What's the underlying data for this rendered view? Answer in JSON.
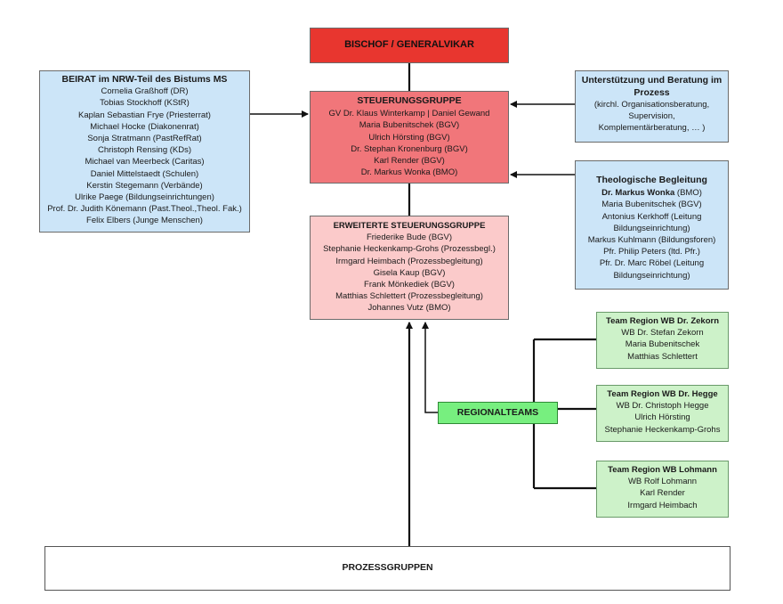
{
  "bischof": {
    "label": "BISCHOF / GENERALVIKAR"
  },
  "steuerungsgruppe": {
    "title": "STEUERUNGSGRUPPE",
    "members": [
      "GV Dr. Klaus Winterkamp | Daniel Gewand",
      "Maria Bubenitschek (BGV)",
      "Ulrich Hörsting (BGV)",
      "Dr. Stephan Kronenburg (BGV)",
      "Karl Render (BGV)",
      "Dr. Markus Wonka (BMO)"
    ]
  },
  "erweitert": {
    "title": "ERWEITERTE STEUERUNGSGRUPPE",
    "members": [
      "Friederike Bude (BGV)",
      "Stephanie Heckenkamp-Grohs (Prozessbegl.)",
      "Irmgard Heimbach (Prozessbegleitung)",
      "Gisela Kaup (BGV)",
      "Frank Mönkediek (BGV)",
      "Matthias Schlettert (Prozessbegleitung)",
      "Johannes Vutz (BMO)"
    ]
  },
  "beirat": {
    "title": "BEIRAT im NRW-Teil des Bistums MS",
    "members": [
      "Cornelia Graßhoff (DR)",
      "Tobias Stockhoff (KStR)",
      "Kaplan Sebastian Frye (Priesterrat)",
      "Michael Hocke (Diakonenrat)",
      "Sonja Stratmann (PastRefRat)",
      "Christoph Rensing (KDs)",
      "Michael van Meerbeck (Caritas)",
      "Daniel Mittelstaedt (Schulen)",
      "Kerstin Stegemann (Verbände)",
      "Ulrike Paege (Bildungseinrichtungen)",
      "Prof. Dr. Judith Könemann (Past.Theol.,Theol. Fak.)",
      "Felix Elbers (Junge Menschen)"
    ]
  },
  "unterstuetzung": {
    "title_lines": [
      "Unterstützung und Beratung im",
      "Prozess"
    ],
    "lines": [
      "(kirchl. Organisationsberatung,",
      "Supervision,",
      "Komplementärberatung, … )"
    ]
  },
  "theologisch": {
    "title": "Theologische Begleitung",
    "lead_name": "Dr. Markus Wonka",
    "lead_suffix": " (BMO)",
    "lines": [
      "Maria Bubenitschek (BGV)",
      "Antonius Kerkhoff (Leitung",
      "Bildungseinrichtung)",
      "Markus Kuhlmann (Bildungsforen)",
      "Pfr. Philip Peters (ltd. Pfr.)",
      "Pfr. Dr. Marc Röbel (Leitung",
      "Bildungseinrichtung)"
    ]
  },
  "regionalteams": {
    "label": "REGIONALTEAMS"
  },
  "teams": [
    {
      "title": "Team Region WB Dr. Zekorn",
      "members": [
        "WB Dr. Stefan Zekorn",
        "Maria Bubenitschek",
        "Matthias Schlettert"
      ]
    },
    {
      "title": "Team Region WB Dr. Hegge",
      "members": [
        "WB Dr. Christoph Hegge",
        "Ulrich Hörsting",
        "Stephanie Heckenkamp-Grohs"
      ]
    },
    {
      "title": "Team Region WB Lohmann",
      "members": [
        "WB Rolf Lohmann",
        "Karl Render",
        "Irmgard Heimbach"
      ]
    }
  ],
  "prozessgruppen": {
    "label": "PROZESSGRUPPEN"
  },
  "colors": {
    "bischof": "#e8362f",
    "steuerungsgruppe": "#f1767a",
    "erweitert": "#fbcaca",
    "beirat": "#cce5f8",
    "regionalteams": "#77ef7f",
    "team": "#cdf2c9"
  }
}
